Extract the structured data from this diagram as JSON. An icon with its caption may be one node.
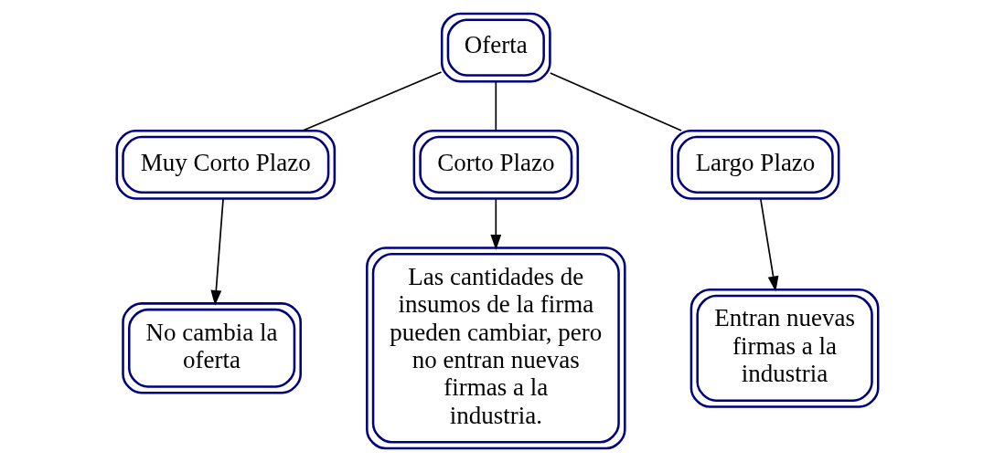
{
  "diagram": {
    "nodes": [
      {
        "text": [
          "Oferta"
        ]
      },
      {
        "text": [
          "Muy Corto Plazo"
        ]
      },
      {
        "text": [
          "Corto Plazo"
        ]
      },
      {
        "text": [
          "Largo Plazo"
        ]
      },
      {
        "text": [
          "No cambia la oferta"
        ]
      },
      {
        "text": [
          "Las cantidades de insumos de la firma pueden cambiar, pero no entran nuevas firmas a la industria."
        ]
      },
      {
        "text": [
          "Entran nuevas firmas a la industria"
        ]
      }
    ],
    "edges": [
      {
        "from": 0,
        "to": 1,
        "arrow": "none"
      },
      {
        "from": 0,
        "to": 2,
        "arrow": "none"
      },
      {
        "from": 0,
        "to": 3,
        "arrow": "none"
      },
      {
        "from": 1,
        "to": 4,
        "arrow": "to"
      },
      {
        "from": 2,
        "to": 5,
        "arrow": "to"
      },
      {
        "from": 3,
        "to": 6,
        "arrow": "to"
      }
    ]
  }
}
